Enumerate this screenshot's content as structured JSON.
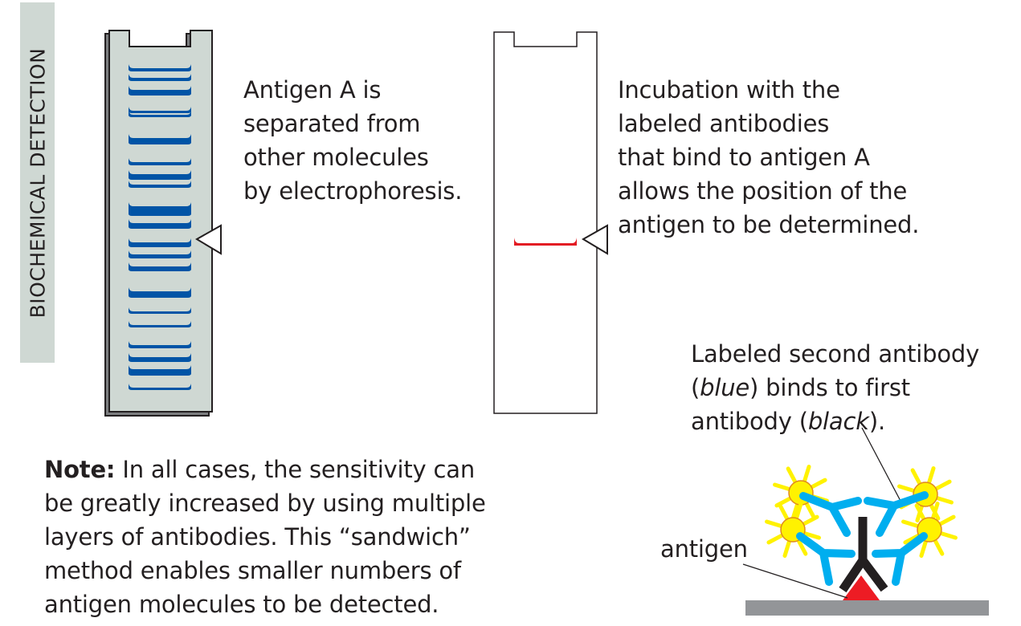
{
  "side_label": "BIOCHEMICAL DETECTION",
  "panel1": {
    "lines": [
      "Antigen A is",
      "separated from",
      "other molecules",
      "by electrophoresis."
    ]
  },
  "panel2": {
    "lines": [
      "Incubation with the",
      "labeled antibodies",
      "that bind to antigen A",
      "allows the position of the",
      "antigen to be determined."
    ]
  },
  "note": {
    "bold": "Note:",
    "lines": [
      " In all cases, the sensitivity can",
      "be greatly increased by using multiple",
      "layers of antibodies. This “sandwich”",
      "method enables smaller numbers of",
      "antigen molecules to be detected."
    ]
  },
  "sandwich": {
    "line1": "Labeled second antibody",
    "line2_open": "(",
    "line2_italic": "blue",
    "line2_rest": ") binds to first",
    "line3_pre": "antibody (",
    "line3_italic": "black",
    "line3_post": ").",
    "antigen_label": "antigen"
  },
  "colors": {
    "band": "#0054a6",
    "gel": "#cfd8d3",
    "target_band": "#e31b23",
    "second_antibody": "#00aeef",
    "first_antibody": "#231f20",
    "antigen": "#ed1c24",
    "label": "#fff200",
    "surface": "#939598"
  }
}
